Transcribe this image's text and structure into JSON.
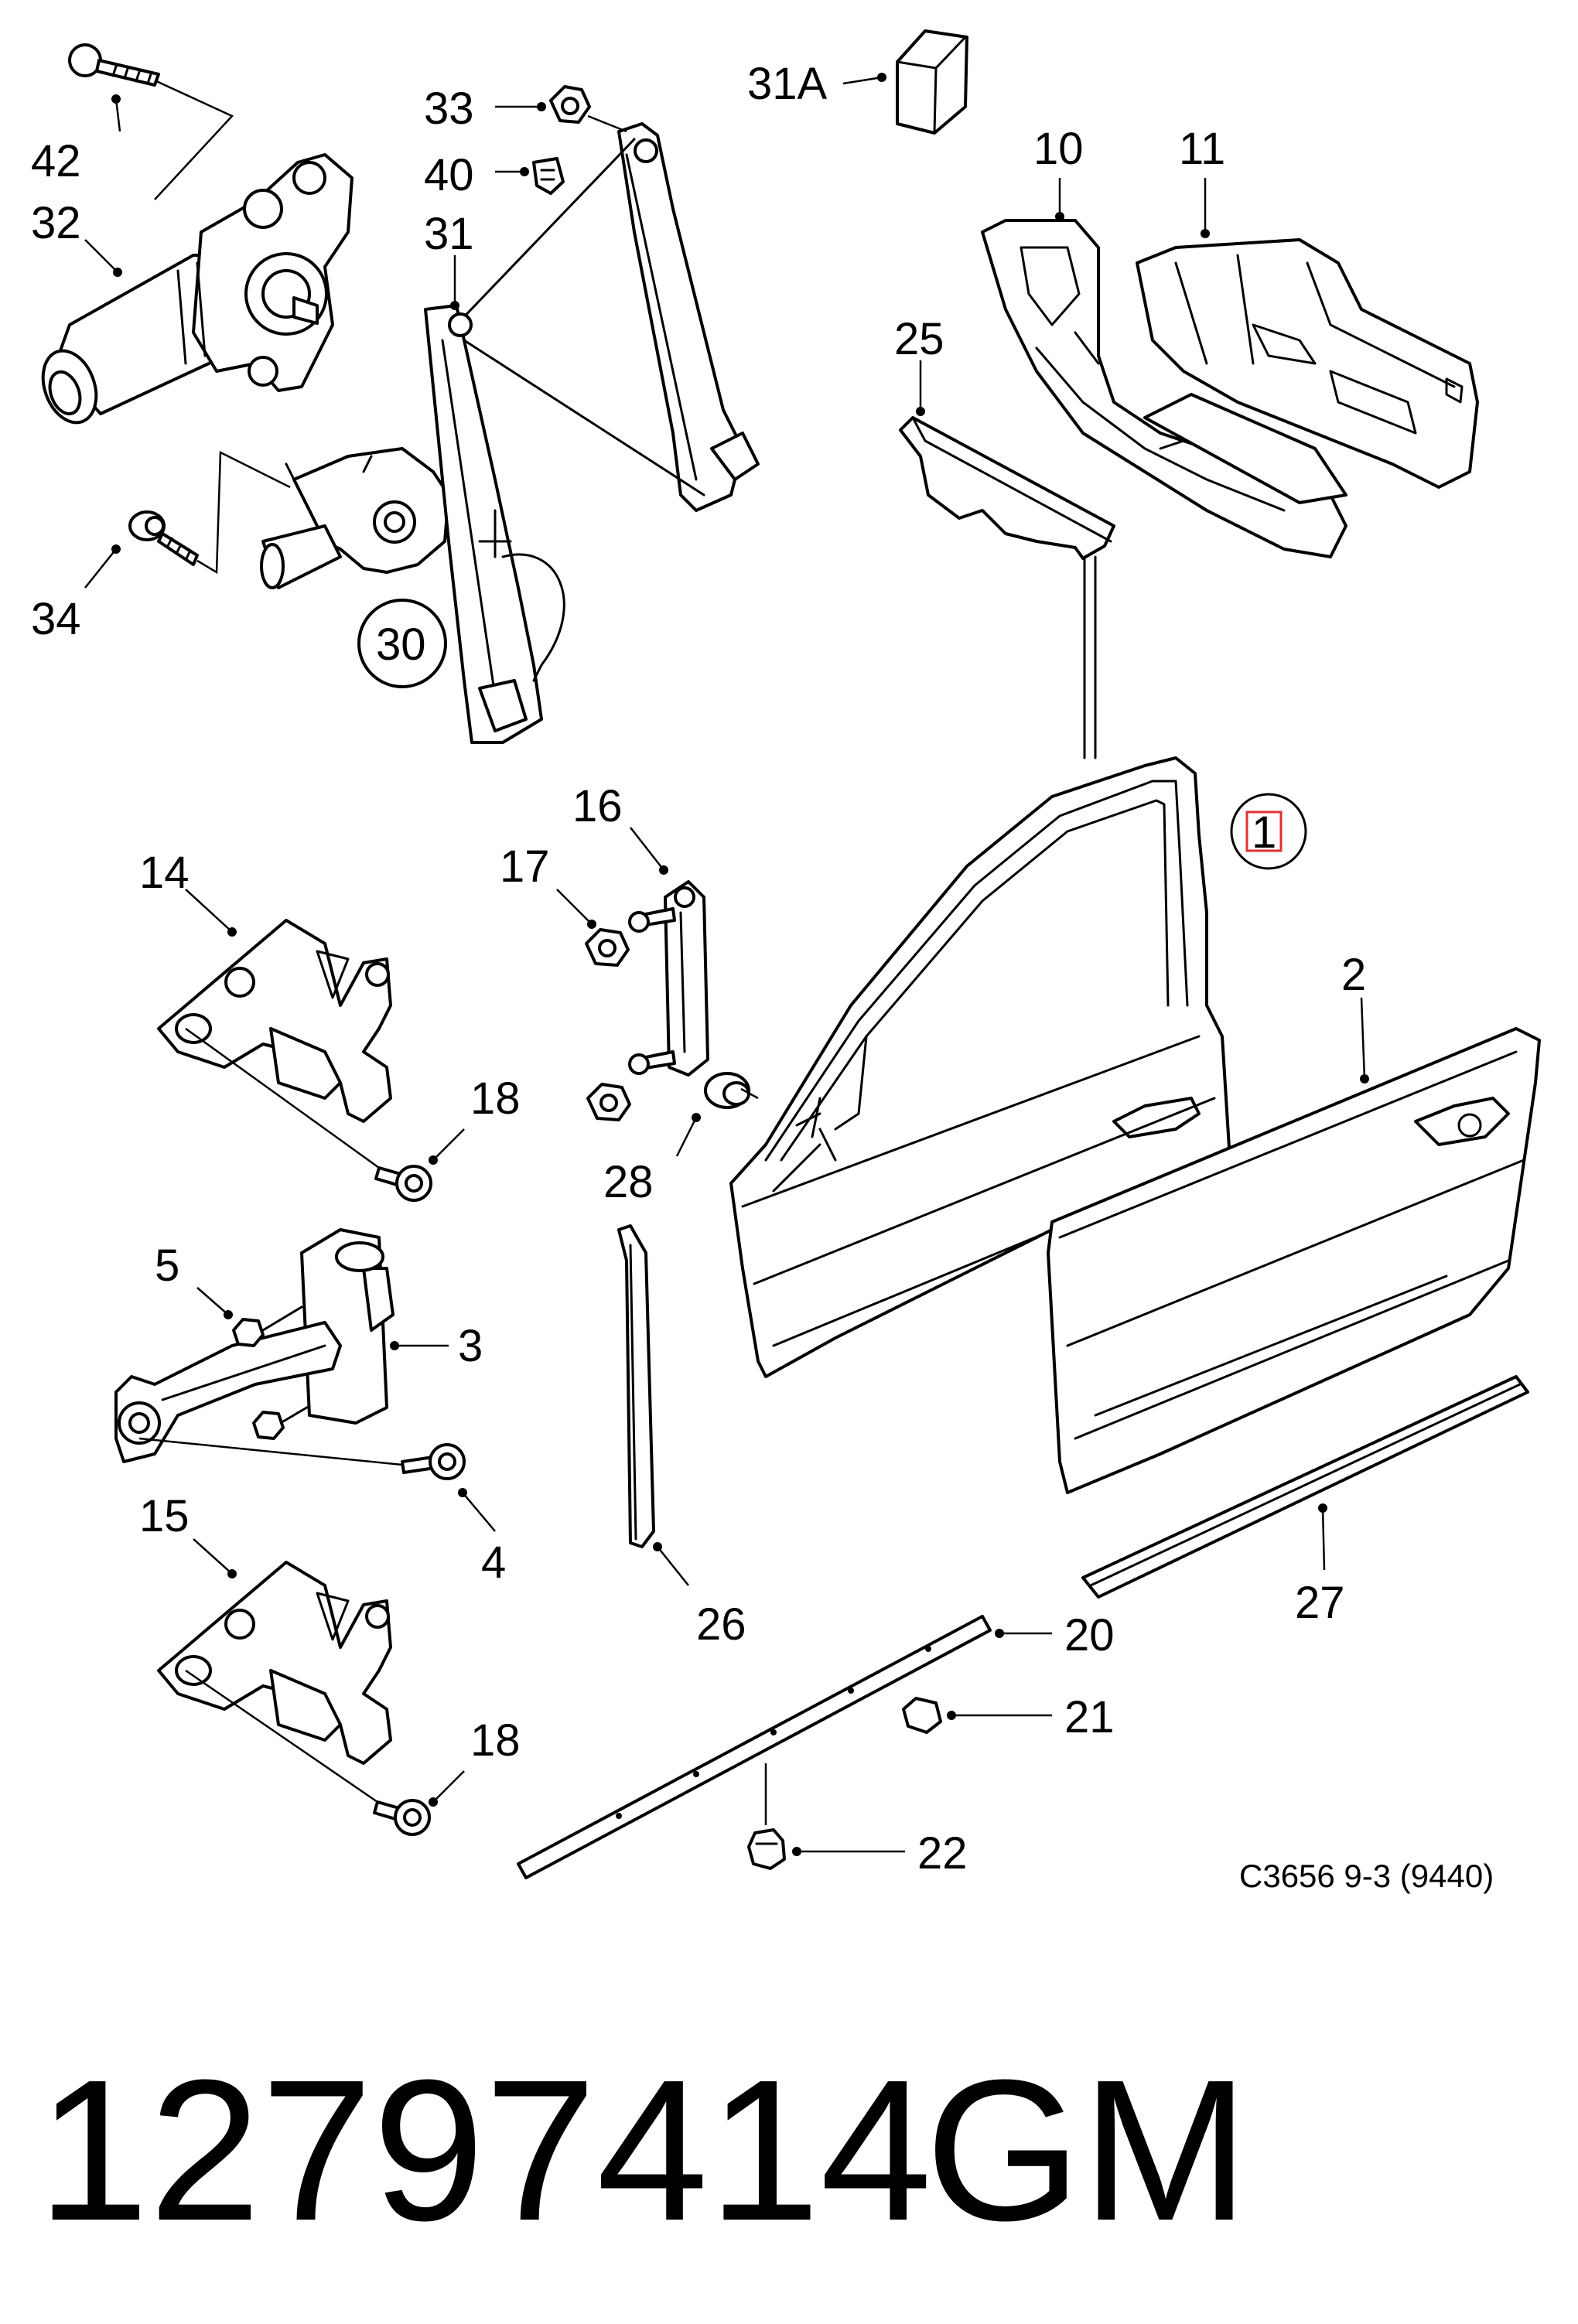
{
  "diagram": {
    "callouts": {
      "c42": "42",
      "c32": "32",
      "c34": "34",
      "c30": "30",
      "c33": "33",
      "c40": "40",
      "c31": "31",
      "c31a": "31A",
      "c10": "10",
      "c11": "11",
      "c25": "25",
      "c1": "1",
      "c2": "2",
      "c14": "14",
      "c18a": "18",
      "c16": "16",
      "c17": "17",
      "c28": "28",
      "c5": "5",
      "c3": "3",
      "c4": "4",
      "c15": "15",
      "c18b": "18",
      "c26": "26",
      "c27": "27",
      "c20": "20",
      "c21": "21",
      "c22": "22"
    },
    "drawing_code": "C3656 9-3 (9440)",
    "highlight_color": "#e03030"
  },
  "footer": {
    "part_number": "12797414",
    "brand": "GM"
  }
}
